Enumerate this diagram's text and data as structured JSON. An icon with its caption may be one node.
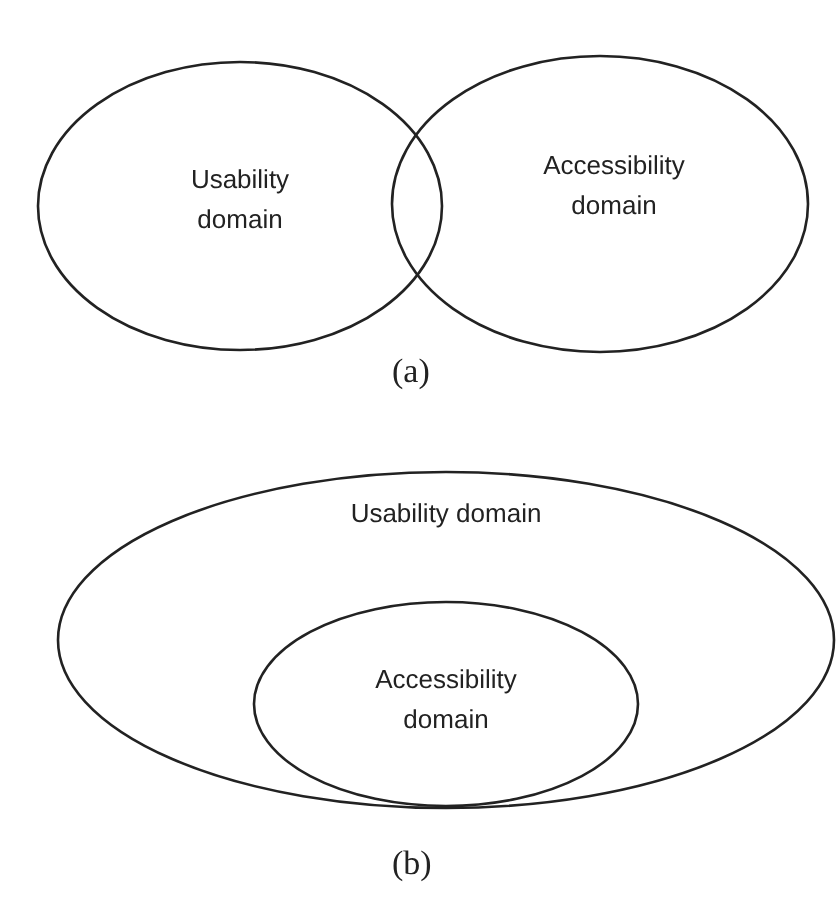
{
  "diagram": {
    "nodes": [
      {
        "text": [
          "Usability domain"
        ]
      },
      {
        "text": [
          "Accessibility domain"
        ]
      },
      {
        "text": [
          "Usability domain"
        ]
      },
      {
        "text": [
          "Accessibility domain"
        ],
        "in": 2
      }
    ],
    "labels": [
      "(a)",
      "(b)"
    ]
  }
}
